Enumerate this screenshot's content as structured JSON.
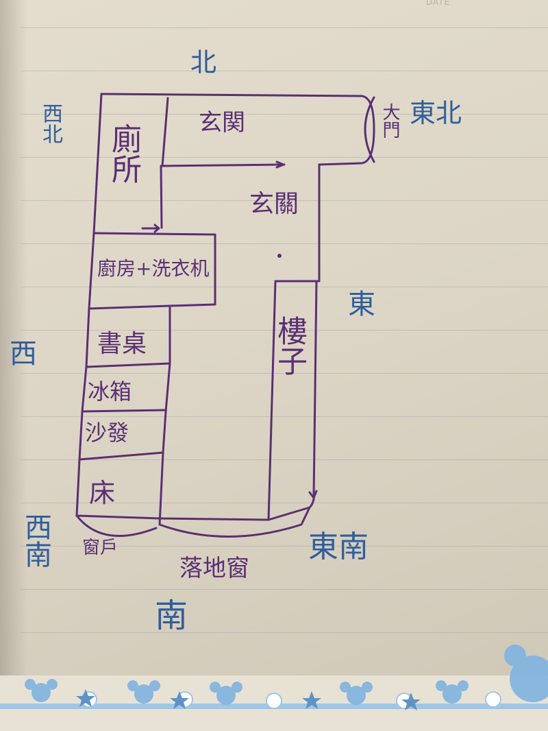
{
  "header": {
    "tag": "DATE"
  },
  "rooms": {
    "toilet": "廁所",
    "entrance_top": "玄関",
    "main_door": "大門",
    "entrance_mid": "玄關",
    "kitchen_laundry": "廚房+洗衣机",
    "desk": "書桌",
    "fridge": "冰箱",
    "sofa": "沙發",
    "bed": "床",
    "stairs": "樓子",
    "window_small": "窗戶",
    "window_floor": "落地窗"
  },
  "directions": {
    "north": "北",
    "south": "南",
    "east": "東",
    "west": "西",
    "northwest": "西北",
    "northeast": "東北",
    "southwest": "西南",
    "southeast": "東南"
  },
  "colors": {
    "ink_purple": "#5a2f73",
    "ink_blue": "#2f5e9c",
    "paper": "#e4ddcd",
    "decor_blue": "#7fb3e0"
  }
}
